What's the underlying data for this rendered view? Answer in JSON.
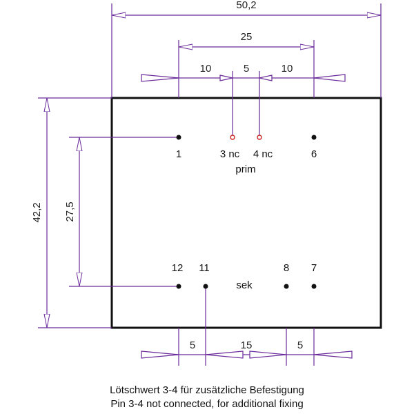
{
  "dimensions": {
    "overall_width": "50,2",
    "primary_span": "25",
    "prim_left_gap": "10",
    "prim_mid_gap": "5",
    "prim_right_gap": "10",
    "overall_height": "42,2",
    "row_spacing": "27,5",
    "sek_left_gap": "5",
    "sek_mid_gap": "15",
    "sek_right_gap": "5"
  },
  "pins": {
    "p1": "1",
    "p3": "3 nc",
    "p4": "4 nc",
    "p6": "6",
    "p12": "12",
    "p11": "11",
    "p8": "8",
    "p7": "7"
  },
  "winding_labels": {
    "primary": "prim",
    "secondary": "sek"
  },
  "notes": {
    "german": "Lötschwert 3-4  für zusätzliche Befestigung",
    "english": "Pin 3-4  not connected, for additional fixing"
  },
  "colors": {
    "dimension_line": "#6a2a9a",
    "outline": "#111111",
    "pin": "#111111",
    "nc_pin": "#cc2222"
  }
}
